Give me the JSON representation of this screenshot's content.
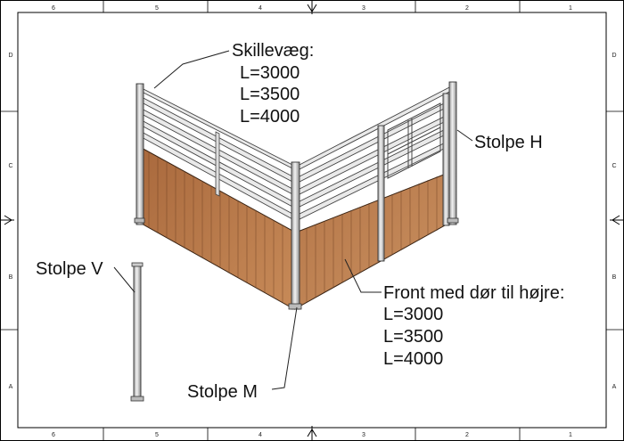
{
  "sheet": {
    "zones_top": [
      "6",
      "5",
      "4",
      "3",
      "2",
      "1"
    ],
    "zones_bottom": [
      "6",
      "5",
      "4",
      "3",
      "2",
      "1"
    ],
    "zones_left": [
      "D",
      "C",
      "B",
      "A"
    ],
    "zones_right": [
      "D",
      "C",
      "B",
      "A"
    ]
  },
  "callouts": {
    "partition": {
      "title": "Skillevæg:",
      "lengths": [
        "L=3000",
        "L=3500",
        "L=4000"
      ]
    },
    "front": {
      "title": "Front med dør til højre:",
      "lengths": [
        "L=3000",
        "L=3500",
        "L=4000"
      ]
    },
    "post_h": "Stolpe H",
    "post_v": "Stolpe V",
    "post_m": "Stolpe M"
  },
  "colors": {
    "wood": "#b9784a",
    "wood_grain": "#7a4a28",
    "steel": "#d6d6d6",
    "steel_edge": "#555555",
    "frame": "#000000"
  }
}
